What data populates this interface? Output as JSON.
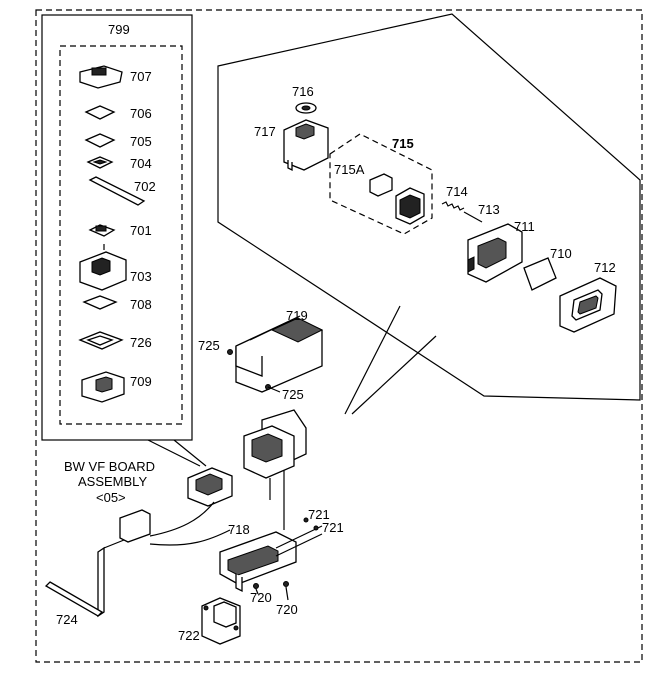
{
  "kit_box": {
    "label": "799",
    "parts": [
      "707",
      "706",
      "705",
      "704",
      "702",
      "701",
      "703",
      "708",
      "726",
      "709"
    ]
  },
  "assembly": {
    "line1": "BW VF BOARD",
    "line2": "ASSEMBLY",
    "code": "<05>"
  },
  "exploded_box": {
    "parts": [
      "716",
      "717",
      "715",
      "715A",
      "714",
      "713",
      "711",
      "710",
      "712"
    ]
  },
  "main_parts": {
    "p719": "719",
    "p725a": "725",
    "p725b": "725",
    "p721a": "721",
    "p721b": "721",
    "p718": "718",
    "p720a": "720",
    "p720b": "720",
    "p724": "724",
    "p722": "722"
  }
}
